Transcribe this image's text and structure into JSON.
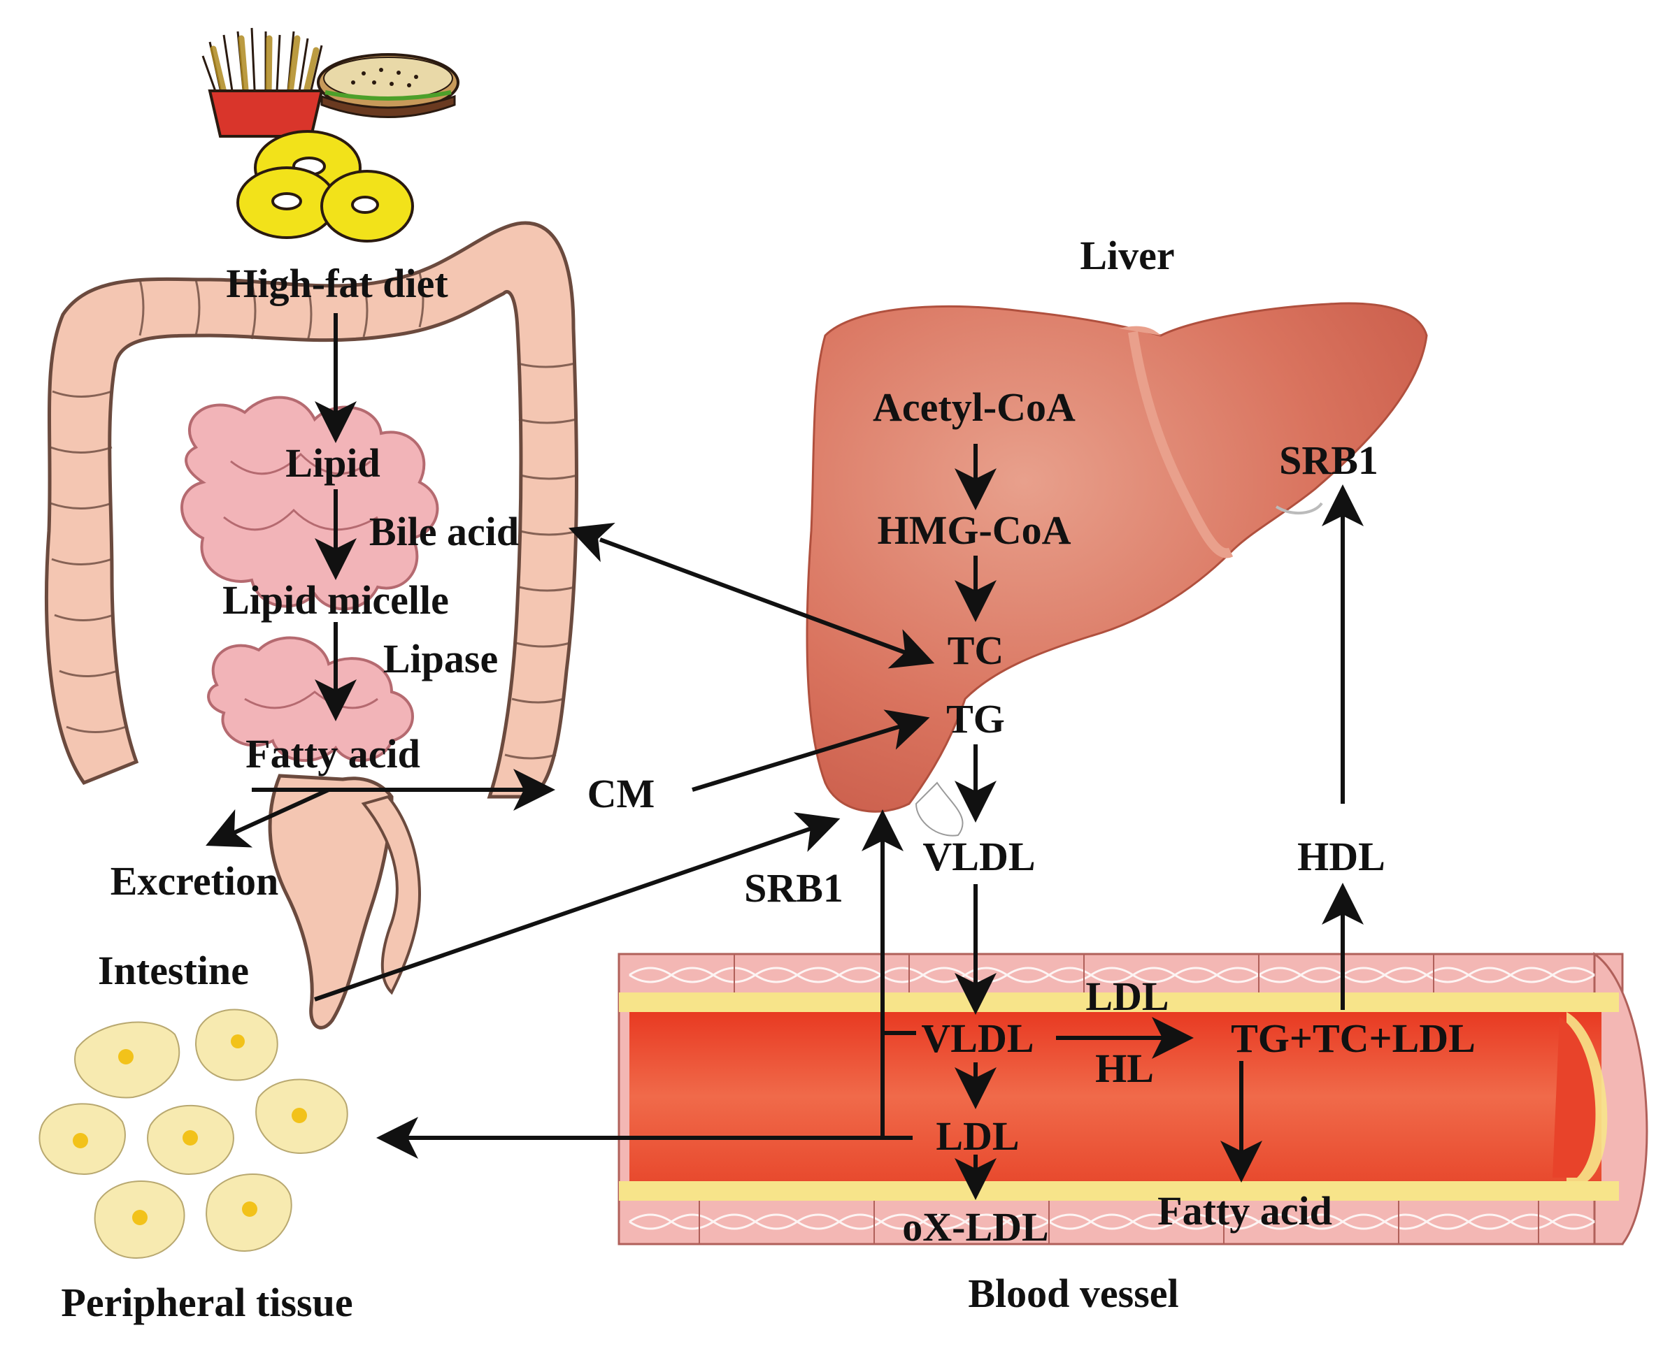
{
  "labels": {
    "high_fat_diet": "High-fat diet",
    "lipid": "Lipid",
    "bile_acid": "Bile acid",
    "lipid_micelle": "Lipid micelle",
    "lipase": "Lipase",
    "fatty_acid_intestine": "Fatty acid",
    "cm": "CM",
    "excretion": "Excretion",
    "intestine": "Intestine",
    "peripheral_tissue": "Peripheral tissue",
    "liver": "Liver",
    "acetyl_coa": "Acetyl-CoA",
    "hmg_coa": "HMG-CoA",
    "tc": "TC",
    "tg": "TG",
    "srb1_liver": "SRB1",
    "srb1_left": "SRB1",
    "vldl_liver": "VLDL",
    "hdl": "HDL",
    "ldl_enzyme": "LDL",
    "vldl_vessel": "VLDL",
    "hl": "HL",
    "tg_tc_ldl": "TG+TC+LDL",
    "ldl_vessel": "LDL",
    "fatty_acid_vessel": "Fatty acid",
    "ox_ldl": "oX-LDL",
    "blood_vessel": "Blood vessel"
  },
  "colors": {
    "text": "#111111",
    "colon_fill": "#f4c6b2",
    "colon_stroke": "#6b4a3e",
    "small_intestine_fill": "#f2b4b8",
    "liver_fill": "#d9735e",
    "liver_light": "#e9a08c",
    "vessel_wall": "#f3b7b4",
    "vessel_fat": "#f7e48a",
    "vessel_lumen": "#e8432a",
    "cell_fill": "#f7eab0",
    "cell_nucleus": "#f2c21a",
    "fries": "#d9352b",
    "onion_rings": "#f2e21a"
  },
  "icons": [
    "fries-icon",
    "burger-icon",
    "onion-rings-icon",
    "intestine-illustration",
    "liver-illustration",
    "blood-vessel-illustration",
    "peripheral-cells-illustration"
  ]
}
